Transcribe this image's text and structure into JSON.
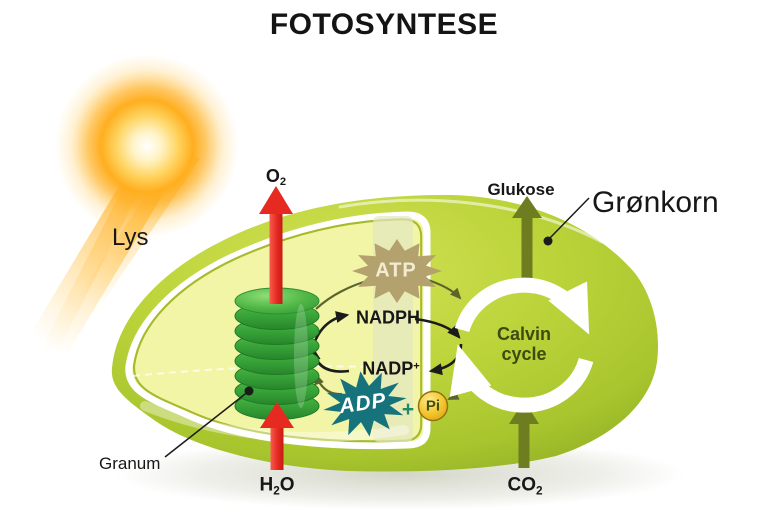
{
  "title": "FOTOSYNTESE",
  "labels": {
    "light": "Lys",
    "chloroplast": "Grønkorn",
    "granum": "Granum"
  },
  "molecules": {
    "o2": {
      "symbol": "O",
      "subscript": "2"
    },
    "h2o": {
      "h": "H",
      "subscript": "2",
      "o": "O"
    },
    "co2": {
      "symbol": "CO",
      "subscript": "2"
    },
    "glucose": "Glukose"
  },
  "light_reactions": {
    "atp": "ATP",
    "adp": "ADP",
    "nadph": "NADPH",
    "nadp": {
      "base": "NADP",
      "superscript": "+"
    },
    "plus": "+",
    "pi": "Pi"
  },
  "calvin_cycle": {
    "line1": "Calvin",
    "line2": "cycle"
  },
  "colors": {
    "sun_glow": "#ffae1f",
    "chloroplast_outer": "#b5cf35",
    "chloroplast_inner": "#f2f4a6",
    "granum_green": "#3aa63a",
    "arrow_red": "#e93128",
    "arrow_olive": "#6e7c20",
    "atp_badge": "#b3a26d",
    "adp_badge": "#16737b",
    "pi_badge": "#edbd1d",
    "calvin_text": "#3d4a10"
  }
}
